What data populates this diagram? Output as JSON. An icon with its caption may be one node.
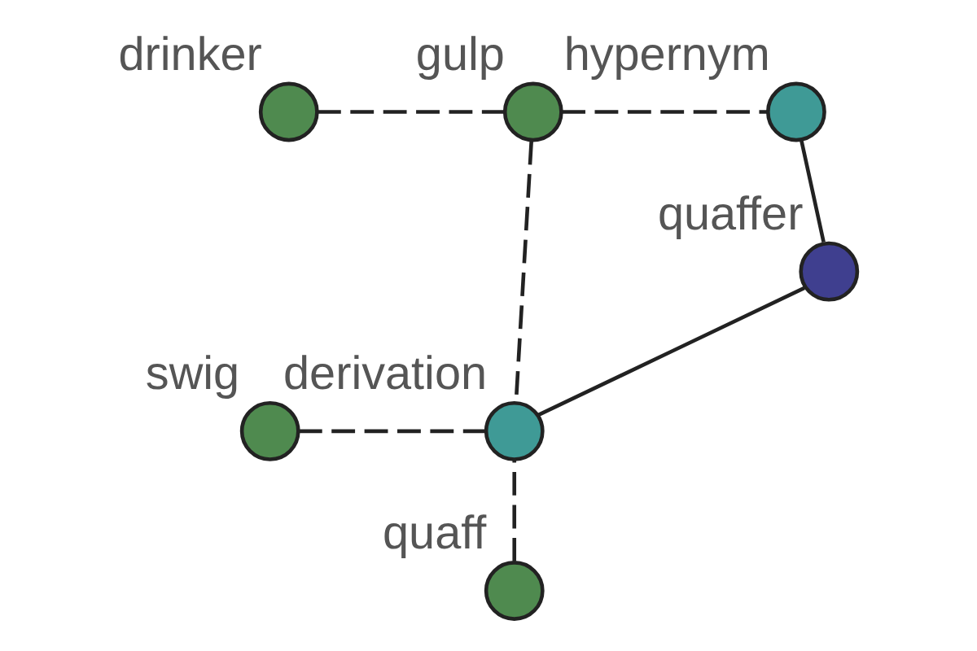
{
  "diagram": {
    "nodes": [
      {
        "text": [
          "drinker"
        ]
      },
      {
        "text": [
          "gulp"
        ]
      },
      {
        "text": [
          "hypernym"
        ]
      },
      {
        "text": [
          "quaffer"
        ]
      },
      {
        "text": [
          "swig"
        ]
      },
      {
        "text": [
          "derivation"
        ]
      },
      {
        "text": [
          "quaff"
        ]
      }
    ],
    "edges": [
      {
        "from": 0,
        "to": 1,
        "arrow": "none",
        "style": "dashed"
      },
      {
        "from": 1,
        "to": 2,
        "arrow": "none",
        "style": "dashed"
      },
      {
        "from": 2,
        "to": 3,
        "arrow": "none"
      },
      {
        "from": 1,
        "to": 5,
        "arrow": "none",
        "style": "dashed"
      },
      {
        "from": 4,
        "to": 5,
        "arrow": "none",
        "style": "dashed"
      },
      {
        "from": 5,
        "to": 3,
        "arrow": "none"
      },
      {
        "from": 6,
        "to": 5,
        "arrow": "none",
        "style": "dashed"
      }
    ]
  }
}
